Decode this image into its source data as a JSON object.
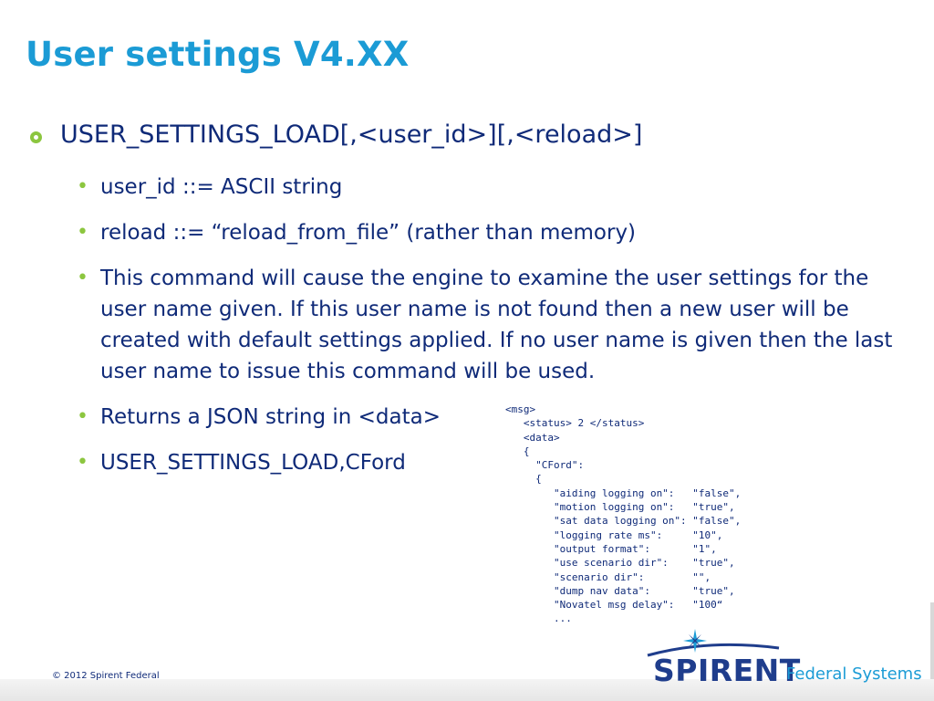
{
  "slide": {
    "title": "User settings V4.XX",
    "main_bullet": "USER_SETTINGS_LOAD[,<user_id>][,<reload>]",
    "sub_bullets": [
      "user_id ::= ASCII string",
      "reload ::= “reload_from_file” (rather than memory)",
      "This command will cause the engine to examine the user settings for the user name given. If this user name is not found then a new user will be created with default settings applied. If no user name is given then the last user name to issue this command will be used.",
      "Returns a JSON string in <data>",
      "USER_SETTINGS_LOAD,CFord"
    ],
    "code_sample": "<msg>\n   <status> 2 </status>\n   <data>\n   {\n     \"CFord\":\n     {\n        \"aiding logging on\":   \"false\",\n        \"motion logging on\":   \"true\",\n        \"sat data logging on\": \"false\",\n        \"logging rate ms\":     \"10\",\n        \"output format\":       \"1\",\n        \"use scenario dir\":    \"true\",\n        \"scenario dir\":        \"\",\n        \"dump nav data\":       \"true\",\n        \"Novatel msg delay\":   \"100“\n        ...",
    "footer_copyright": "© 2012 Spirent Federal"
  },
  "logo": {
    "brand": "SPIRENT",
    "division": "Federal Systems"
  },
  "colors": {
    "title": "#1b9bd5",
    "body_text": "#0f2a78",
    "bullet": "#8cc63f",
    "logo_dark": "#1f3d8c",
    "logo_light": "#1b9bd5"
  }
}
